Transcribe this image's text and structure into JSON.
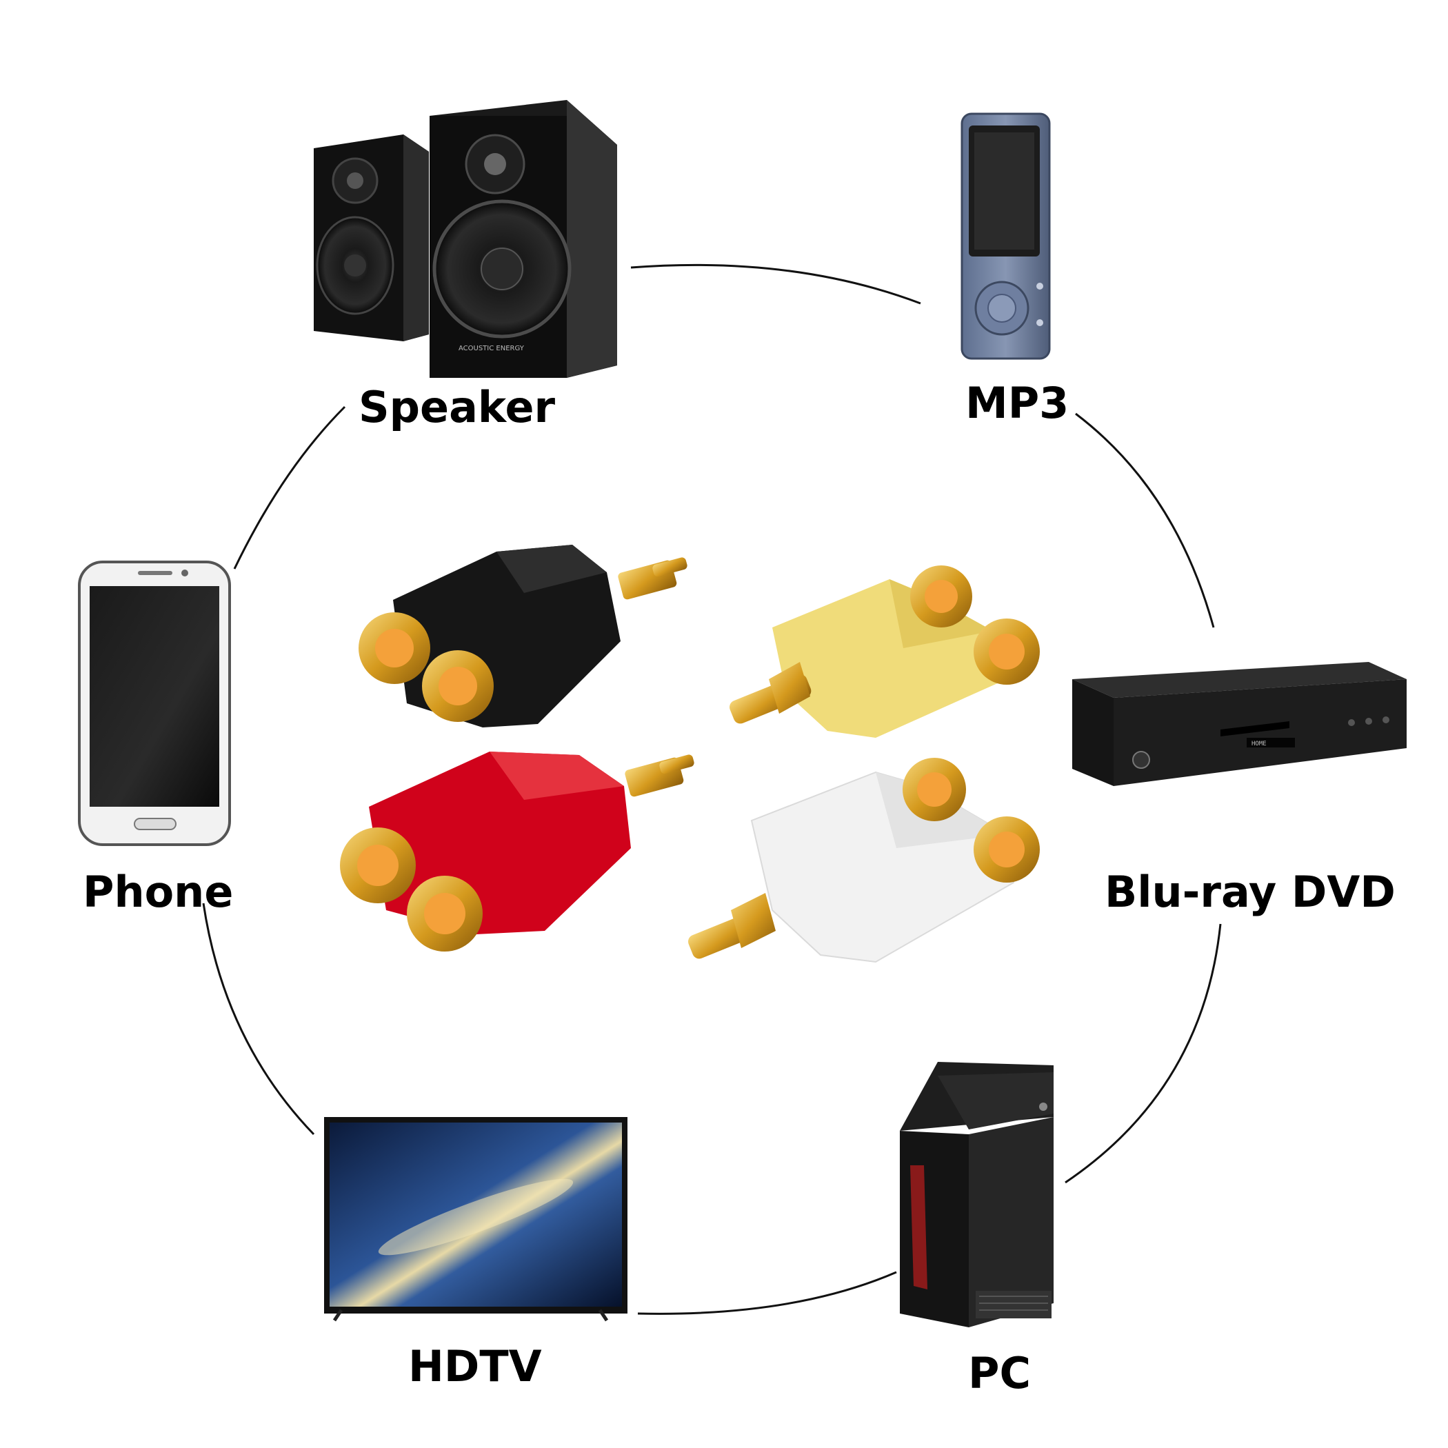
{
  "devices": {
    "speaker": {
      "label": "Speaker",
      "icon": "speaker-icon"
    },
    "mp3": {
      "label": "MP3",
      "icon": "mp3-player-icon"
    },
    "phone": {
      "label": "Phone",
      "icon": "phone-icon"
    },
    "bluray": {
      "label": "Blu-ray DVD",
      "icon": "bluray-player-icon"
    },
    "hdtv": {
      "label": "HDTV",
      "icon": "tv-icon"
    },
    "pc": {
      "label": "PC",
      "icon": "pc-tower-icon"
    }
  },
  "adapters": {
    "colors": [
      "#1b1b1b",
      "#d0021b",
      "#f0dc7a",
      "#f2f2f2"
    ],
    "metal": "#d9a520"
  },
  "speaker_branding": "ACOUSTIC ENERGY",
  "bluray_display": "HOME"
}
